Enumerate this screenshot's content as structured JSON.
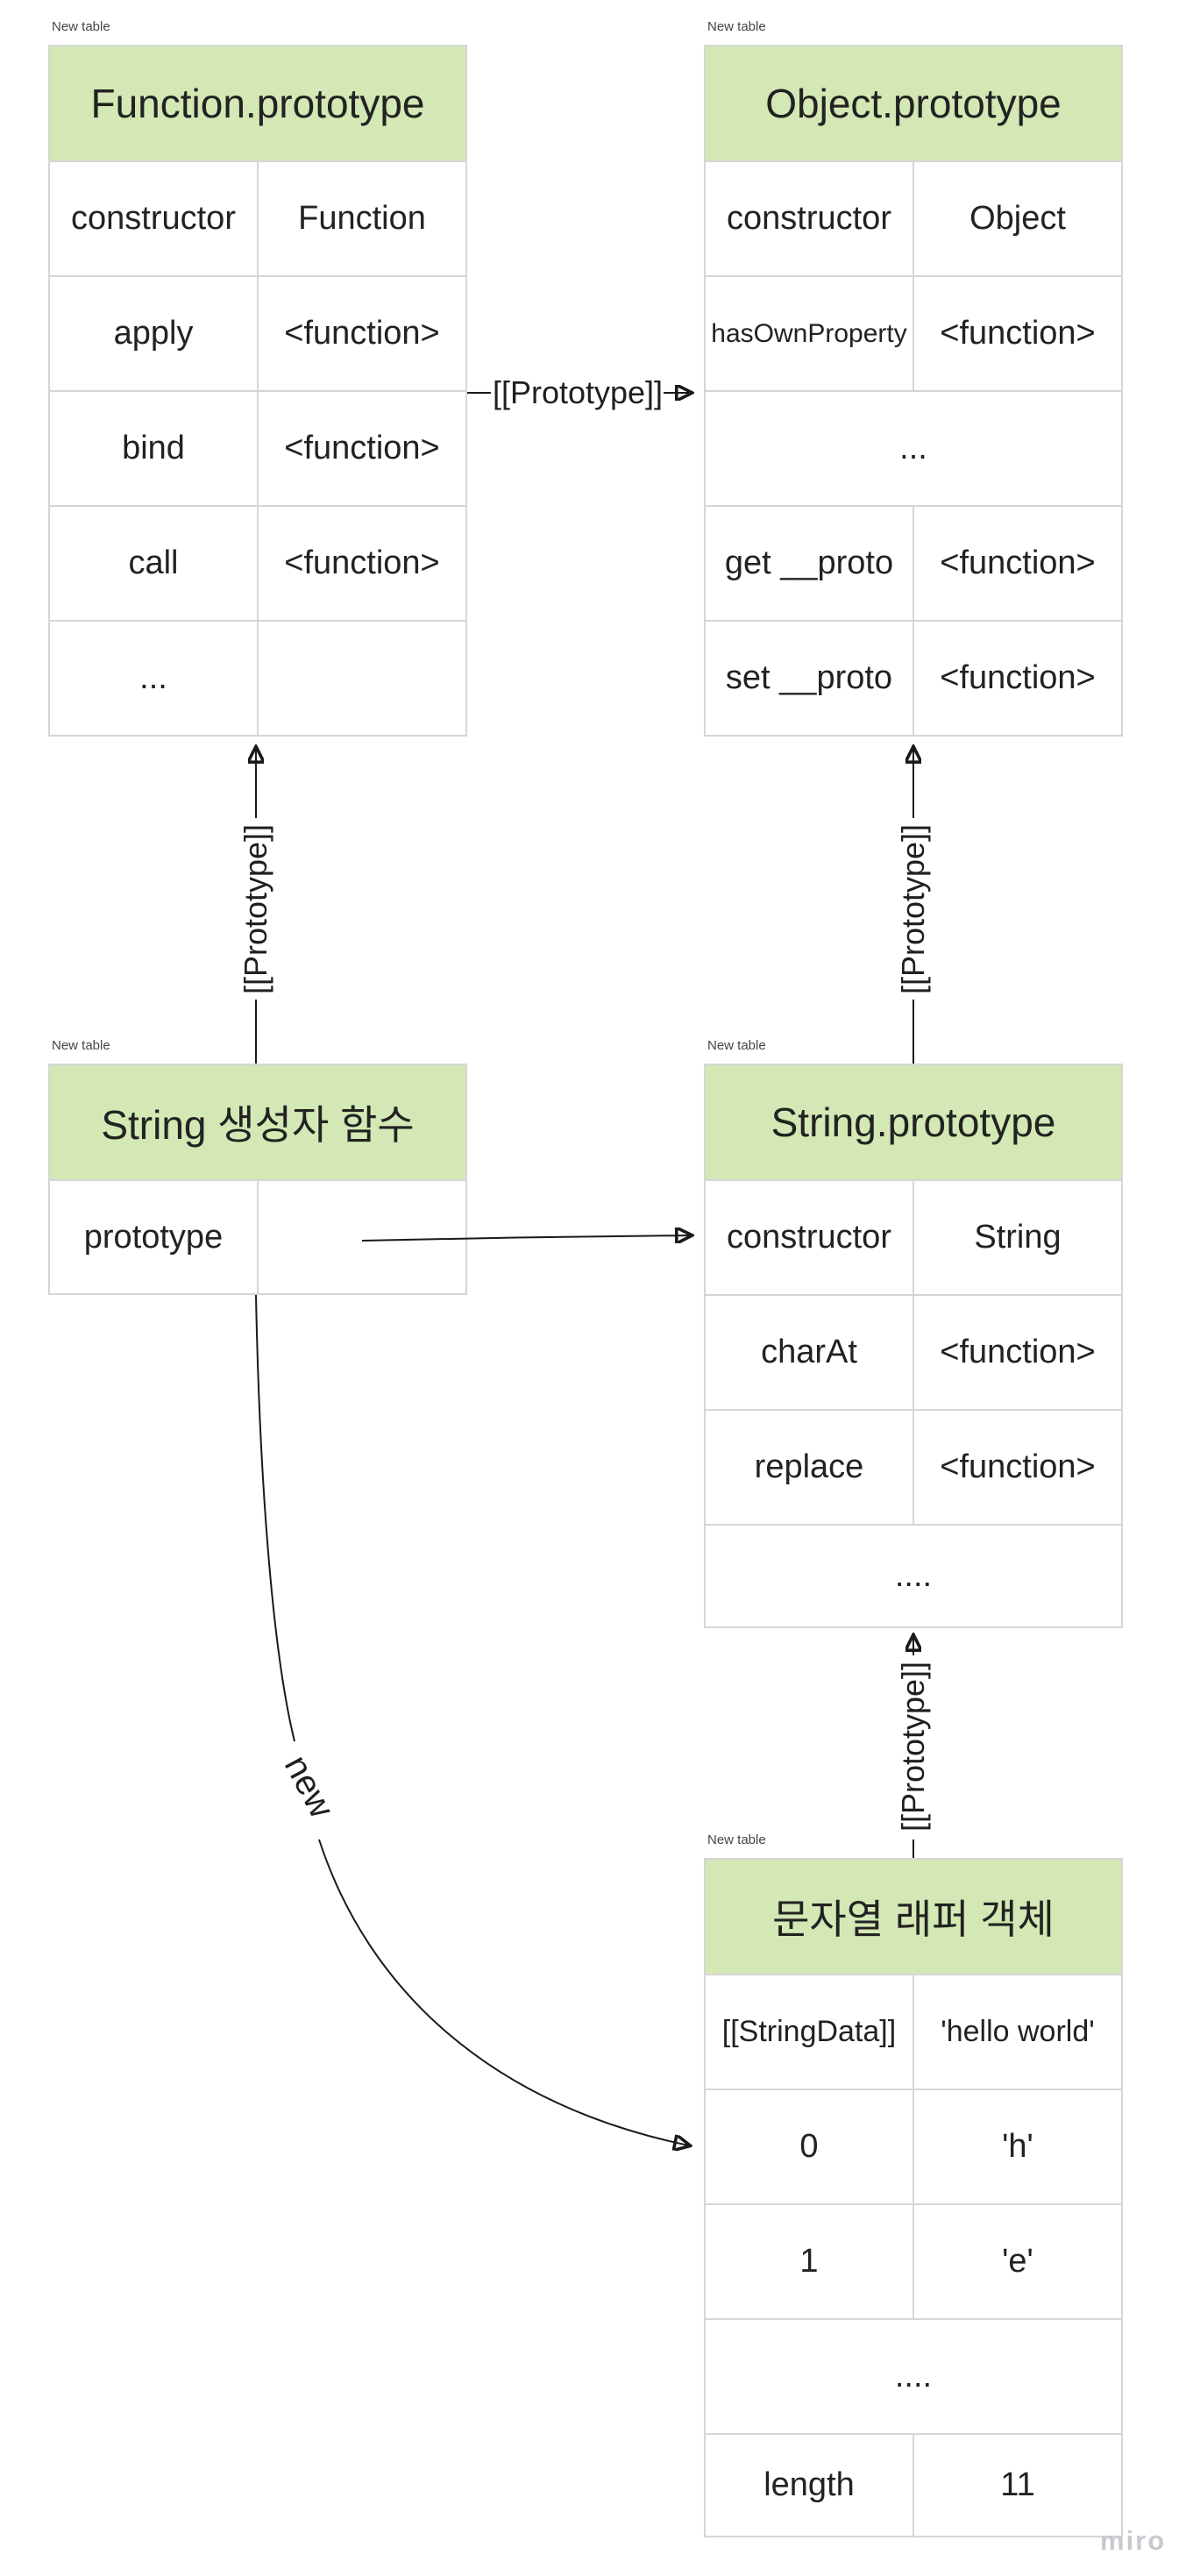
{
  "canvas": {
    "watermark": "miro"
  },
  "labels": {
    "new_table": "New table",
    "prototype_link": "[[Prototype]]",
    "new_operator": "new"
  },
  "colors": {
    "header_green": "#d3e8b4",
    "border": "#d6d6d6",
    "arrow": "#1a1a1a",
    "watermark_gray": "#c6c9ce"
  },
  "tables": {
    "function_prototype": {
      "title": "Function.prototype",
      "rows": [
        {
          "key": "constructor",
          "value": "Function"
        },
        {
          "key": "apply",
          "value": "<function>"
        },
        {
          "key": "bind",
          "value": "<function>"
        },
        {
          "key": "call",
          "value": "<function>"
        },
        {
          "key": "...",
          "value": ""
        }
      ]
    },
    "object_prototype": {
      "title": "Object.prototype",
      "rows": [
        {
          "key": "constructor",
          "value": "Object"
        },
        {
          "key": "hasOwnProperty",
          "value": "<function>"
        },
        {
          "span": "..."
        },
        {
          "key": "get __proto",
          "value": "<function>"
        },
        {
          "key": "set __proto",
          "value": "<function>"
        }
      ]
    },
    "string_constructor": {
      "title": "String 생성자 함수",
      "rows": [
        {
          "key": "prototype",
          "value": ""
        }
      ]
    },
    "string_prototype": {
      "title": "String.prototype",
      "rows": [
        {
          "key": "constructor",
          "value": "String"
        },
        {
          "key": "charAt",
          "value": "<function>"
        },
        {
          "key": "replace",
          "value": "<function>"
        },
        {
          "span": "...."
        }
      ]
    },
    "string_wrapper": {
      "title": "문자열 래퍼 객체",
      "rows": [
        {
          "key": "[[StringData]]",
          "value": "'hello world'"
        },
        {
          "key": "0",
          "value": "'h'"
        },
        {
          "key": "1",
          "value": "'e'"
        },
        {
          "span": "...."
        },
        {
          "key": "length",
          "value": "11"
        }
      ]
    }
  }
}
